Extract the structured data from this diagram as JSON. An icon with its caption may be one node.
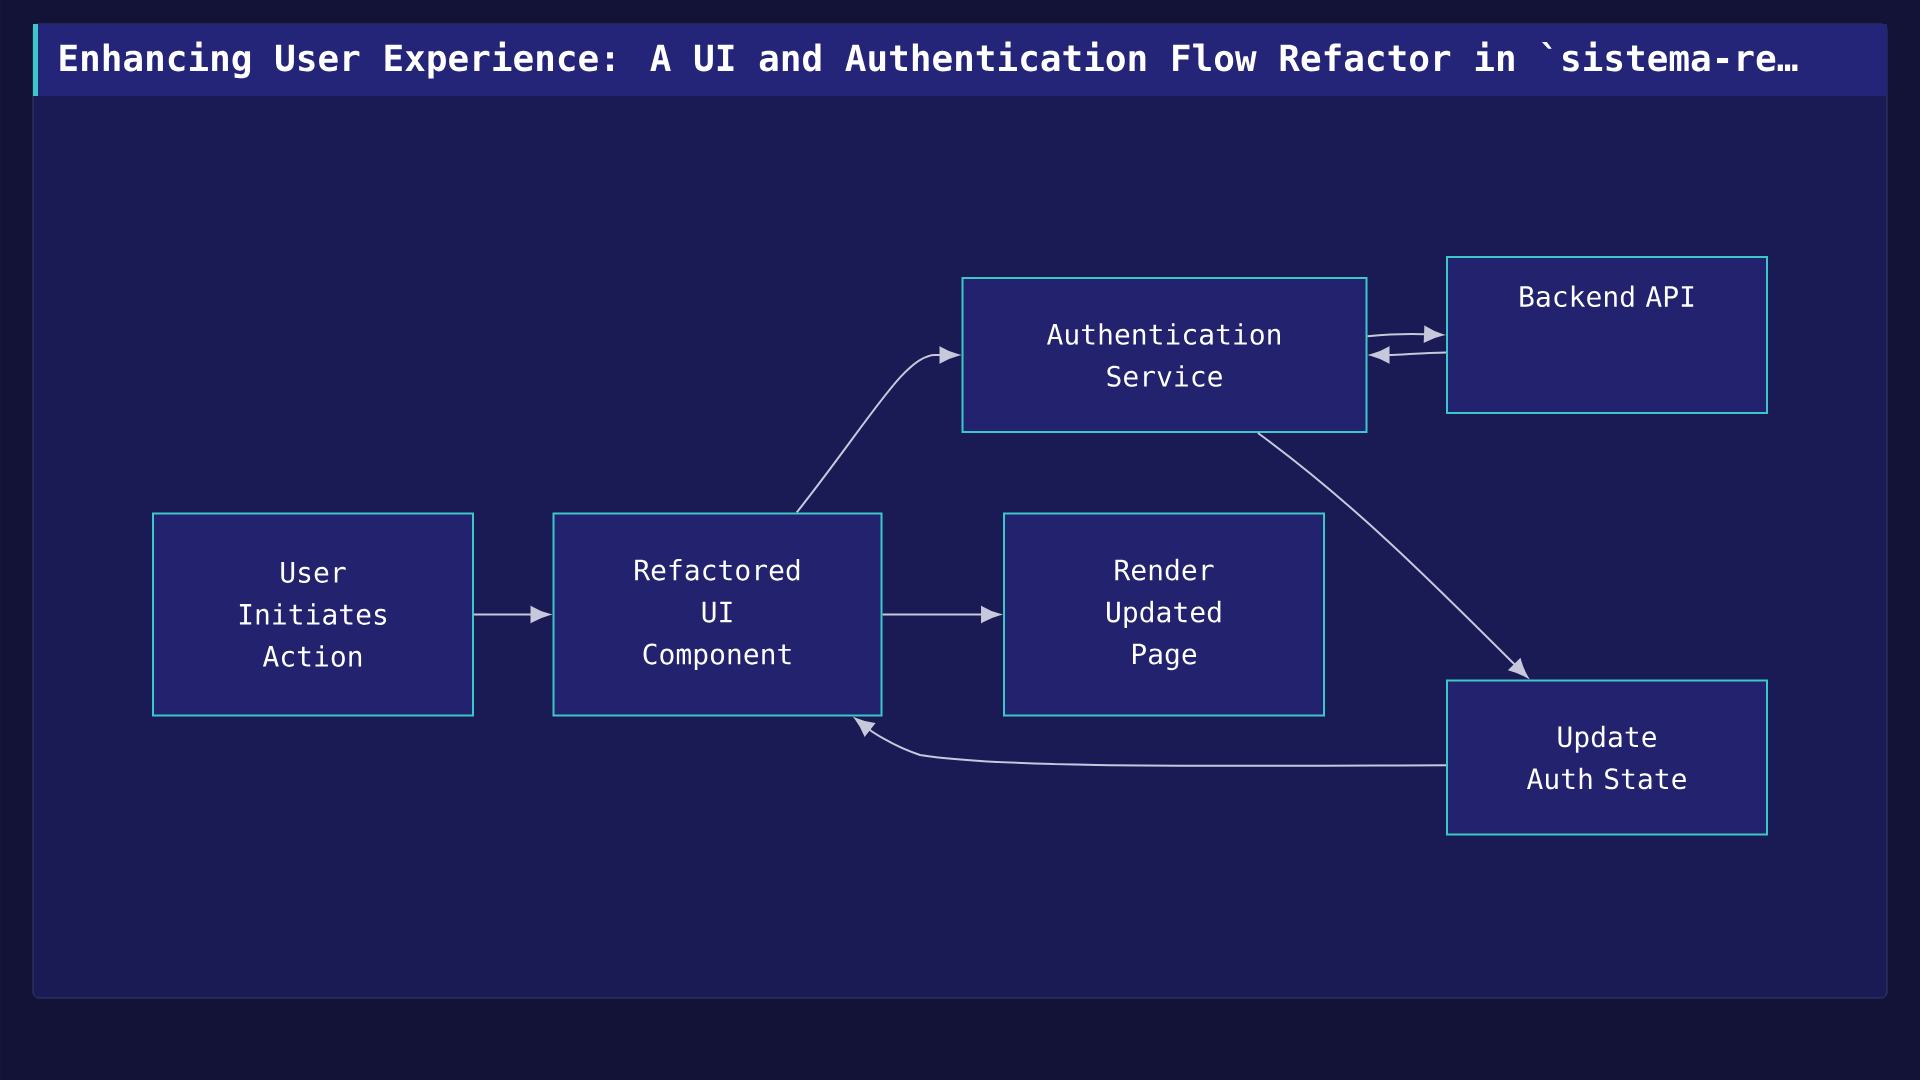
{
  "diagram": {
    "title": "Enhancing User Experience: A UI and Authentication Flow Refactor in `sistema-re…",
    "nodes": [
      {
        "text": [
          "User Initiates Action"
        ]
      },
      {
        "text": [
          "Refactored UI Component"
        ]
      },
      {
        "text": [
          "Authentication Service"
        ]
      },
      {
        "text": [
          "Backend API"
        ]
      },
      {
        "text": [
          "Render Updated Page"
        ]
      },
      {
        "text": [
          "Update Auth State"
        ]
      }
    ],
    "edges": [
      {
        "from": 0,
        "to": 1,
        "arrow": "to"
      },
      {
        "from": 1,
        "to": 2,
        "arrow": "to"
      },
      {
        "from": 2,
        "to": 3,
        "arrow": "to"
      },
      {
        "from": 3,
        "to": 2,
        "arrow": "to"
      },
      {
        "from": 1,
        "to": 4,
        "arrow": "to"
      },
      {
        "from": 2,
        "to": 5,
        "arrow": "to"
      },
      {
        "from": 5,
        "to": 1,
        "arrow": "to"
      }
    ]
  }
}
